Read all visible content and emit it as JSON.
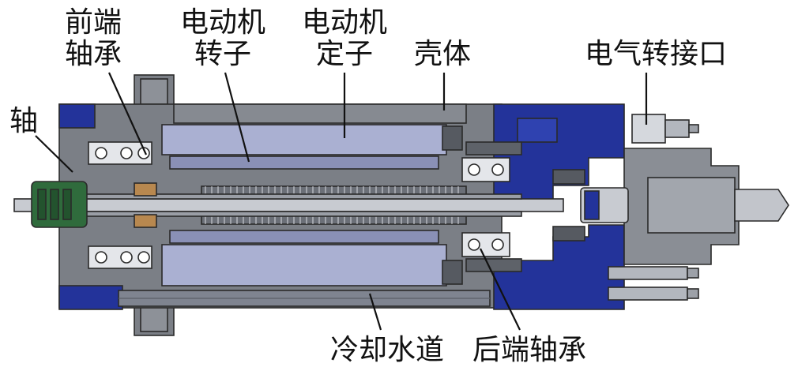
{
  "labels": {
    "front_bearing_l1": "前端",
    "front_bearing_l2": "轴承",
    "rotor_l1": "电动机",
    "rotor_l2": "转子",
    "stator_l1": "电动机",
    "stator_l2": "定子",
    "housing": "壳体",
    "connector": "电气转接口",
    "shaft": "轴",
    "cooling": "冷却水道",
    "rear_bearing": "后端轴承"
  },
  "colors": {
    "housing": "#7b7f86",
    "housing_dark": "#565a61",
    "motor": "#aab0d2",
    "blue": "#23339a",
    "green": "#2f6b3c",
    "copper": "#b8884f",
    "light": "#e4e6ea",
    "outline": "#2a2a2a"
  }
}
